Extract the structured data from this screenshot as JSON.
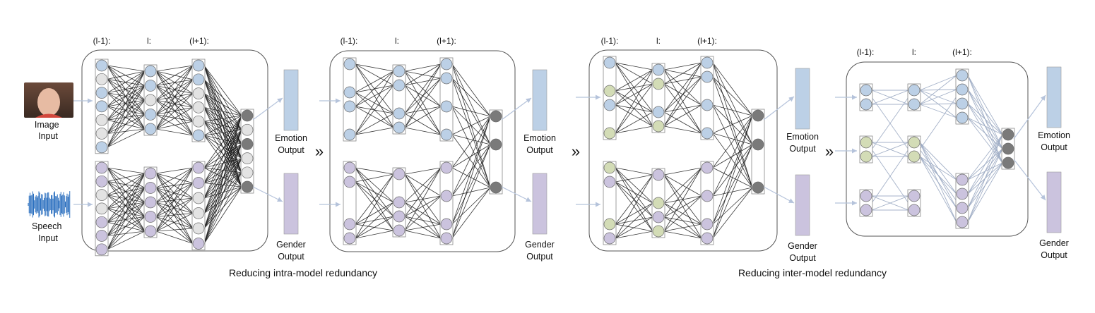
{
  "inputs": {
    "image_label": [
      "Image",
      "Input"
    ],
    "speech_label": [
      "Speech",
      "Input"
    ]
  },
  "layer_labels": {
    "prev": "(l-1):",
    "cur": "l:",
    "next": "(l+1):"
  },
  "outputs": {
    "emotion": [
      "Emotion",
      "Output"
    ],
    "gender": [
      "Gender",
      "Output"
    ]
  },
  "captions": {
    "intra": "Reducing intra-model redundancy",
    "inter": "Reducing inter-model redundancy"
  },
  "colors": {
    "blue": "#bcd0e6",
    "purple": "#cbc3de",
    "gray": "#e3e3e3",
    "dark": "#7a7a7a",
    "green": "#d3dcb6",
    "box_stroke": "#555555",
    "arrow": "#b5c3db"
  }
}
